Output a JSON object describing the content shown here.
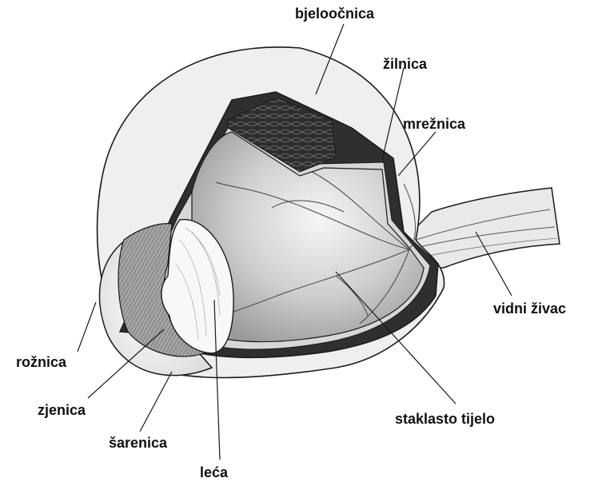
{
  "labels": {
    "bjeloocnica": "bjeloočnica",
    "zilnica": "žilnica",
    "mreznica": "mrežnica",
    "vidni_zivac": "vidni živac",
    "staklasto_tijelo": "staklasto tijelo",
    "roznica": "rožnica",
    "zjenica": "zjenica",
    "sarenica": "šarenica",
    "leca": "leća"
  },
  "colors": {
    "outline": "#1a1a1a",
    "sclera": "#ececec",
    "choroid": "#3a3a3a",
    "retina": "#d9d9d9",
    "vitreous_light": "#f4f4f4",
    "vitreous_dark": "#9a9a9a",
    "lens": "#f7f7f7",
    "iris": "#8c8c8c"
  }
}
